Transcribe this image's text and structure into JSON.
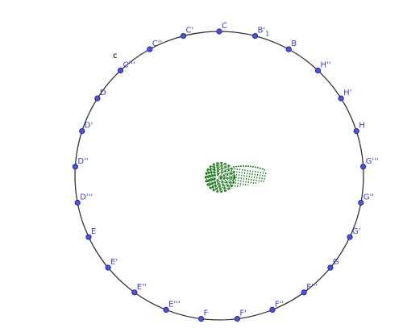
{
  "diagram": {
    "circle_label": "c",
    "point_color": "#4b50e0",
    "point_stroke": "#1b1f8c",
    "label_color": "#3b3bd9",
    "circle_color": "#333333",
    "center_mark_color": "#1e7a1e",
    "points": [
      {
        "name": "C",
        "sub": ""
      },
      {
        "name": "B'",
        "sub": "1"
      },
      {
        "name": "B",
        "sub": ""
      },
      {
        "name": "H''",
        "sub": ""
      },
      {
        "name": "H'",
        "sub": ""
      },
      {
        "name": "H",
        "sub": ""
      },
      {
        "name": "G'''",
        "sub": ""
      },
      {
        "name": "G''",
        "sub": ""
      },
      {
        "name": "G'",
        "sub": ""
      },
      {
        "name": "G",
        "sub": ""
      },
      {
        "name": "F'''",
        "sub": ""
      },
      {
        "name": "F''",
        "sub": ""
      },
      {
        "name": "F'",
        "sub": ""
      },
      {
        "name": "F",
        "sub": ""
      },
      {
        "name": "E'''",
        "sub": ""
      },
      {
        "name": "E''",
        "sub": ""
      },
      {
        "name": "E'",
        "sub": ""
      },
      {
        "name": "E",
        "sub": ""
      },
      {
        "name": "D'''",
        "sub": ""
      },
      {
        "name": "D''",
        "sub": ""
      },
      {
        "name": "D'",
        "sub": ""
      },
      {
        "name": "D",
        "sub": ""
      },
      {
        "name": "C'''",
        "sub": ""
      },
      {
        "name": "C''",
        "sub": ""
      },
      {
        "name": "C'",
        "sub": ""
      }
    ]
  }
}
